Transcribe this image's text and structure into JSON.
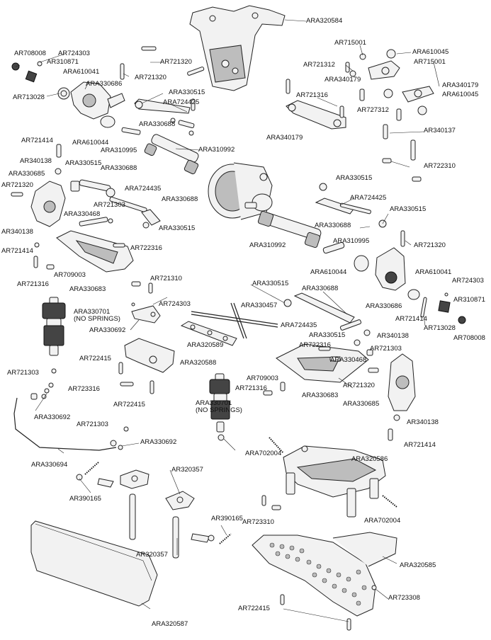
{
  "diagram": {
    "labels": {
      "ara320584": "ARA320584",
      "ar708008_tl": "AR708008",
      "ar724303_tl": "AR724303",
      "ar310871_tl": "AR310871",
      "ara610041_tl": "ARA610041",
      "ar713028_tl": "AR713028",
      "ara330686_tl": "ARA330686",
      "ar721320_top": "AR721320",
      "ar721320_top2": "AR721320",
      "ar715001_a": "AR715001",
      "ara610045_a": "ARA610045",
      "ar721312": "AR721312",
      "ar715001_b": "AR715001",
      "ara340179_a": "ARA340179",
      "ara340179_b": "ARA340179",
      "ara610045_b": "ARA610045",
      "ar721316_top": "AR721316",
      "ar727312": "AR727312",
      "ara330515_a": "ARA330515",
      "ara724425_a": "ARA724425",
      "ara330688_a": "ARA330688",
      "ara340179_c": "ARA340179",
      "ar340137": "AR340137",
      "ar721414_a": "AR721414",
      "ara610044_a": "ARA610044",
      "ara310995_a": "ARA310995",
      "ara310992_a": "ARA310992",
      "ar340138_a": "AR340138",
      "ara330685_a": "ARA330685",
      "ara330515_b": "ARA330515",
      "ara330688_b": "ARA330688",
      "ar722310": "AR722310",
      "ar721320_l": "AR721320",
      "ara724435_a": "ARA724435",
      "ara330688_c": "ARA330688",
      "ar721303_a": "AR721303",
      "ara330468_a": "ARA330468",
      "ara330515_c": "ARA330515",
      "ar340138_b": "AR340138",
      "ar722316_a": "AR722316",
      "ar721414_b": "AR721414",
      "ar709003_a": "AR709003",
      "ar721316_a": "AR721316",
      "ara330683_a": "ARA330683",
      "ara330515_d": "ARA330515",
      "ara724425_b": "ARA724425",
      "ara330515_e": "ARA330515",
      "ara330688_d": "ARA330688",
      "ara310995_b": "ARA310995",
      "ara310992_b": "ARA310992",
      "ar721320_r": "AR721320",
      "ara610044_b": "ARA610044",
      "ara610041_r": "ARA610041",
      "ar724303_r": "AR724303",
      "ar310871_r": "AR310871",
      "ar721310": "AR721310",
      "ar724303_m": "AR724303",
      "ara330701_a": "ARA330701",
      "ara330701_a_note": "(NO SPRINGS)",
      "ara330692_a": "ARA330692",
      "ara330515_f": "ARA330515",
      "ara330688_e": "ARA330688",
      "ara330457": "ARA330457",
      "ara330686_r": "ARA330686",
      "ar721414_c": "AR721414",
      "ar713028_r": "AR713028",
      "ar708008_r": "AR708008",
      "ara724435_b": "ARA724435",
      "ara330515_g": "ARA330515",
      "ar340138_c": "AR340138",
      "ara320589": "ARA320589",
      "ar722316_b": "AR722316",
      "ar721303_b": "AR721303",
      "ar722415_a": "AR722415",
      "ara320588": "ARA320588",
      "ara330468_b": "ARA330468",
      "ar709003_b": "AR709003",
      "ar721316_b": "AR721316",
      "ar721320_b": "AR721320",
      "ara330683_b": "ARA330683",
      "ara330685_b": "ARA330685",
      "ar721303_c": "AR721303",
      "ar723316": "AR723316",
      "ar722415_b": "AR722415",
      "ara330701_b": "ARA330701",
      "ara330701_b_note": "(NO SPRINGS)",
      "ara330692_b": "ARA330692",
      "ar340138_d": "AR340138",
      "ar721303_d": "AR721303",
      "ara330692_c": "ARA330692",
      "ar721414_d": "AR721414",
      "ara702004_a": "ARA702004",
      "ara330694": "ARA330694",
      "ara320586": "ARA320586",
      "ar320357_a": "AR320357",
      "ar390165_a": "AR390165",
      "ara702004_b": "ARA702004",
      "ar723310": "AR723310",
      "ar390165_b": "AR390165",
      "ar320357_b": "AR320357",
      "ara320585": "ARA320585",
      "ar723308": "AR723308",
      "ar722415_c": "AR722415",
      "ara320587": "ARA320587"
    }
  }
}
